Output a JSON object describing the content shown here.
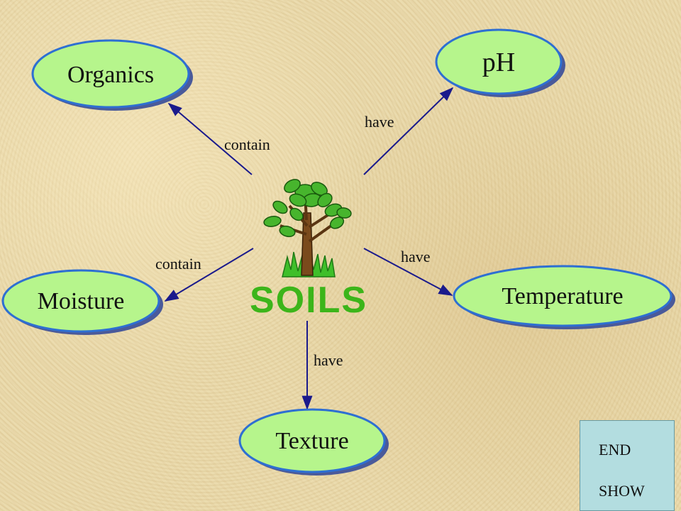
{
  "center": {
    "label": "SOILS",
    "image": "tree-icon"
  },
  "nodes": {
    "organics": "Organics",
    "ph": "pH",
    "moisture": "Moisture",
    "temperature": "Temperature",
    "texture": "Texture"
  },
  "edges": {
    "organics": "contain",
    "ph": "have",
    "moisture": "contain",
    "temperature": "have",
    "texture": "have"
  },
  "button": {
    "line1": "END",
    "line2": "SHOW"
  },
  "colors": {
    "node_fill": "#b6f58c",
    "node_border": "#2e6fd2",
    "arrow": "#1a1a8c",
    "title": "#3cb51a",
    "button_fill": "#b3dde0"
  }
}
